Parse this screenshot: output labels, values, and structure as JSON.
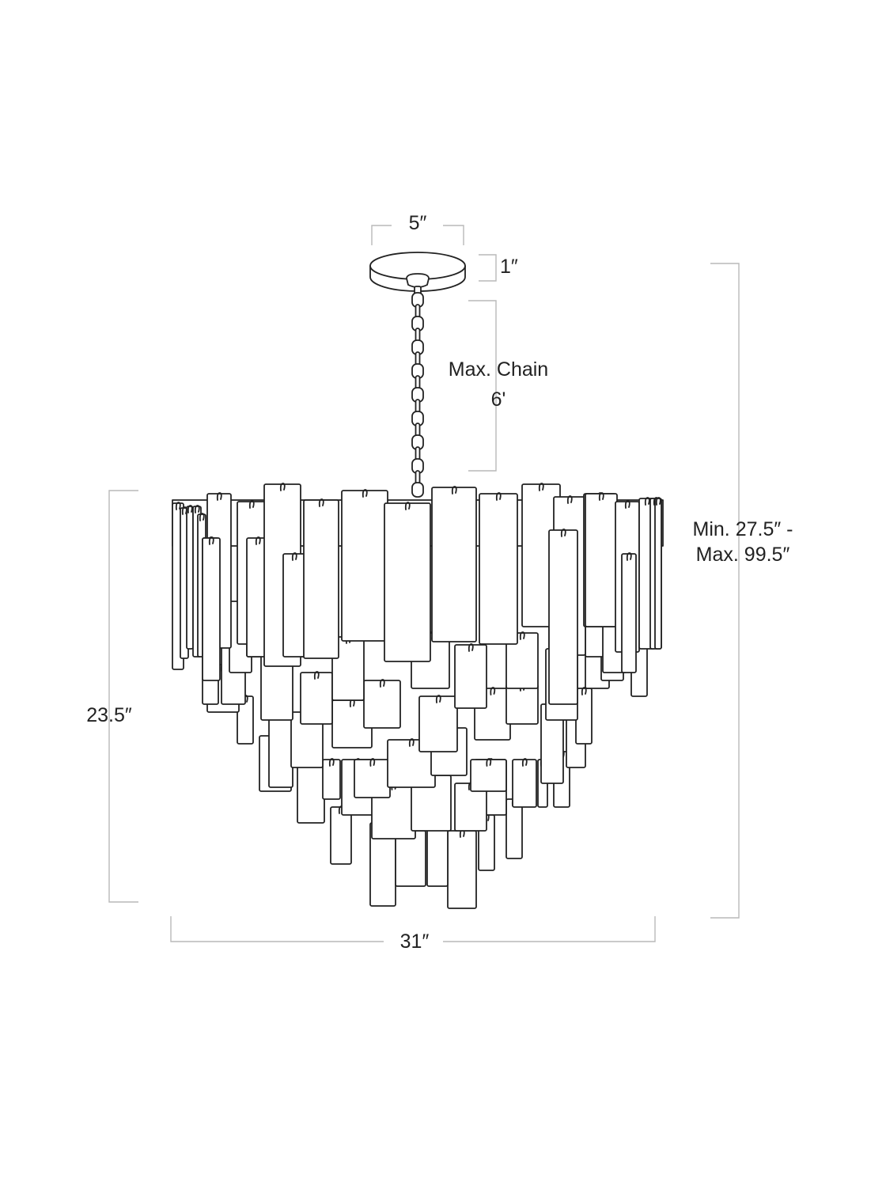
{
  "dimensions": {
    "canopy_width": "5″",
    "canopy_height": "1″",
    "max_chain": {
      "line1": "Max. Chain",
      "line2": "6'"
    },
    "overall_height": {
      "line1": "Min. 27.5″ -",
      "line2": "Max. 99.5″"
    },
    "fixture_height": "23.5″",
    "fixture_width": "31″"
  },
  "colors": {
    "line": "#222222",
    "dimension_line": "#b9b9b9",
    "background": "#ffffff"
  }
}
